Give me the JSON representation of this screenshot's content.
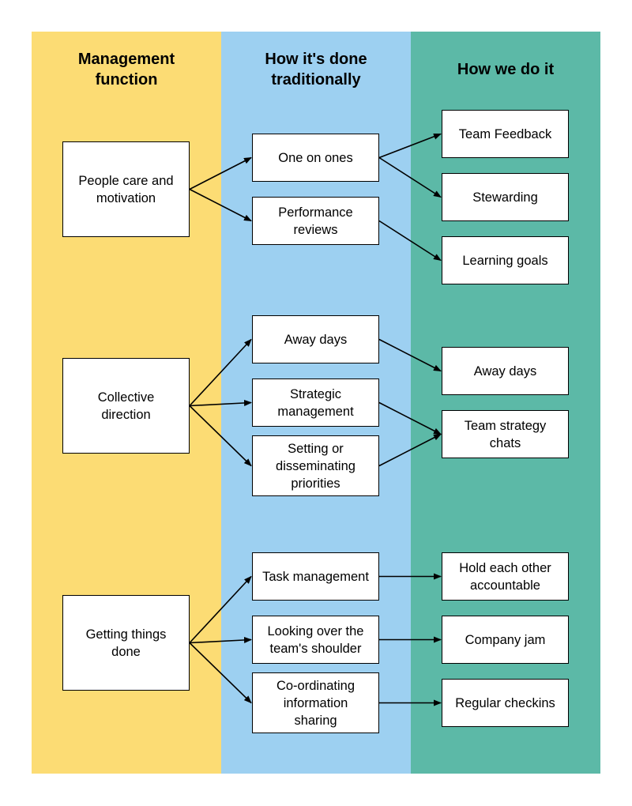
{
  "colors": {
    "column_1": "#fcdc74",
    "column_2": "#9dd0f1",
    "column_3": "#5cb9a7",
    "box_fill": "#ffffff",
    "stroke": "#000000"
  },
  "columns": [
    {
      "title_lines": [
        "Management",
        "function"
      ]
    },
    {
      "title_lines": [
        "How it's done",
        "traditionally"
      ]
    },
    {
      "title_lines": [
        "How we do it"
      ]
    }
  ],
  "nodes": {
    "people_care": {
      "lines": [
        "People care and",
        "motivation"
      ]
    },
    "collective_direction": {
      "lines": [
        "Collective",
        "direction"
      ]
    },
    "getting_things_done": {
      "lines": [
        "Getting things",
        "done"
      ]
    },
    "one_on_ones": {
      "lines": [
        "One on ones"
      ]
    },
    "performance_reviews": {
      "lines": [
        "Performance",
        "reviews"
      ]
    },
    "away_days_trad": {
      "lines": [
        "Away days"
      ]
    },
    "strategic_management": {
      "lines": [
        "Strategic",
        "management"
      ]
    },
    "setting_priorities": {
      "lines": [
        "Setting or",
        "disseminating",
        "priorities"
      ]
    },
    "task_management": {
      "lines": [
        "Task management"
      ]
    },
    "looking_over": {
      "lines": [
        "Looking over the",
        "team's shoulder"
      ]
    },
    "coordinating": {
      "lines": [
        "Co-ordinating",
        "information",
        "sharing"
      ]
    },
    "team_feedback": {
      "lines": [
        "Team Feedback"
      ]
    },
    "stewarding": {
      "lines": [
        "Stewarding"
      ]
    },
    "learning_goals": {
      "lines": [
        "Learning goals"
      ]
    },
    "away_days_new": {
      "lines": [
        "Away days"
      ]
    },
    "team_strategy_chats": {
      "lines": [
        "Team strategy",
        "chats"
      ]
    },
    "hold_accountable": {
      "lines": [
        "Hold each other",
        "accountable"
      ]
    },
    "company_jam": {
      "lines": [
        "Company jam"
      ]
    },
    "regular_checkins": {
      "lines": [
        "Regular checkins"
      ]
    }
  },
  "edges": [
    [
      "people_care",
      "one_on_ones"
    ],
    [
      "people_care",
      "performance_reviews"
    ],
    [
      "one_on_ones",
      "team_feedback"
    ],
    [
      "one_on_ones",
      "stewarding"
    ],
    [
      "performance_reviews",
      "learning_goals"
    ],
    [
      "collective_direction",
      "away_days_trad"
    ],
    [
      "collective_direction",
      "strategic_management"
    ],
    [
      "collective_direction",
      "setting_priorities"
    ],
    [
      "away_days_trad",
      "away_days_new"
    ],
    [
      "strategic_management",
      "team_strategy_chats"
    ],
    [
      "setting_priorities",
      "team_strategy_chats"
    ],
    [
      "getting_things_done",
      "task_management"
    ],
    [
      "getting_things_done",
      "looking_over"
    ],
    [
      "getting_things_done",
      "coordinating"
    ],
    [
      "task_management",
      "hold_accountable"
    ],
    [
      "looking_over",
      "company_jam"
    ],
    [
      "coordinating",
      "regular_checkins"
    ]
  ]
}
